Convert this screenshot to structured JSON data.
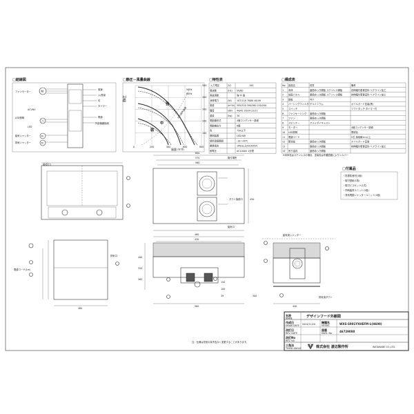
{
  "sections": {
    "wiring": "□結線図",
    "pressure_curve": "□静圧－風量曲線",
    "specs": "□特性表",
    "components": "□構成表",
    "accessories": "□付属品"
  },
  "wiring": {
    "labels": [
      "ファンモーター",
      "LED照明",
      "操作部",
      "給気シャッター",
      "排気シャッター",
      "風速",
      "入/風量",
      "切",
      "タイマー",
      "電源",
      "外部機器接続"
    ],
    "vent_codes": [
      "ACVNV",
      "LED",
      "CPNV",
      "CPNV2"
    ]
  },
  "chart": {
    "ylabel": "静圧",
    "xlabel": "風量 m³/h",
    "x_ticks": [
      "0",
      "200",
      "400",
      "600",
      "800"
    ],
    "y_ticks": [
      "100",
      "200",
      "300",
      "400",
      "500"
    ],
    "legend": [
      "50Hz",
      "60Hz"
    ],
    "curve_labels": [
      "強",
      "中",
      "弱"
    ],
    "annotation": "圧力損失曲線"
  },
  "specs": {
    "headers": [
      "",
      "入力電圧",
      "(V)",
      "100"
    ],
    "rows": [
      [
        "周波数",
        "(Hz)",
        "50/60"
      ],
      [
        "風量調節",
        "",
        "強  中  弱"
      ],
      [
        "消費電力",
        "(W)",
        "107/118  78/80  48/46"
      ],
      [
        "風量",
        "(m³/h)",
        "595/520  390/360  220/200"
      ],
      [
        "騒音",
        "(dB)",
        "44/42  35/34  22/21"
      ],
      [
        "重量",
        "(kg)",
        "30"
      ],
      [
        "電動機形式",
        "",
        "4極コンデンサー誘導"
      ],
      [
        "電動機出力",
        "",
        "6極"
      ],
      [
        "色",
        "",
        "75K以下"
      ],
      [
        "照明装置",
        "",
        "LED/4W"
      ],
      [
        "使用温度範囲",
        "",
        "-10〜40℃"
      ],
      [
        "絶縁抵抗",
        "",
        "1MΩ以上(DC500V)"
      ],
      [
        "耐電圧",
        "",
        "AC1000V 1分間"
      ]
    ]
  },
  "components": {
    "headers": [
      "No",
      "部品名",
      "材質",
      "備考"
    ],
    "rows": [
      [
        "1",
        "本体",
        "亜鉛めっき鋼板 ステンレス鋼板",
        "熱伸縮付着置塗料 ヘアライン加工"
      ],
      [
        "2",
        "前面パネル",
        "亜鉛めっき鋼板 ステンレス鋼板",
        "熱伸縮付着置塗料 ヘアライン加工"
      ],
      [
        "3",
        "銘板",
        "PET",
        ""
      ],
      [
        "4",
        "バーシングフィルター",
        "アルミニウム",
        "オイルガード塗装(黒)"
      ],
      [
        "5",
        "スイッチ",
        "",
        "ソフトタッチ タイマー付"
      ],
      [
        "6",
        "ファンケーシング",
        "亜鉛めっき鋼板",
        ""
      ],
      [
        "7",
        "ファン",
        "亜鉛めっき鋼板",
        ""
      ],
      [
        "8",
        "スピンナー",
        "アルミダイキャスト",
        ""
      ],
      [
        "9",
        "モーター",
        "",
        "4極コンデンサー誘導"
      ],
      [
        "10",
        "LED照明",
        "",
        "電球色"
      ],
      [
        "11",
        "電源コード",
        "",
        "2芯 接地線1m以上"
      ],
      [
        "12",
        "整流板",
        "亜鉛めっき鋼板",
        "オイルガード塗装"
      ],
      [
        "13",
        "",
        "亜鉛めっき鋼板",
        "熱伸縮付着置塗料 ヘアライン加工"
      ],
      [
        "14",
        "吊り金具",
        "亜鉛めっき鋼板",
        ""
      ]
    ],
    "note": "※本体色はステンレスの場合、塗装色は外観図面によりシルバー"
  },
  "accessories": {
    "items": [
      "・防振防音材(1個)",
      "・取付型紙(1枚)",
      "・取付ビスセット(1式)",
      "・同時給排ユニット(1個)",
      "・排気電動シャッターユニット(1個)"
    ]
  },
  "drawings": {
    "front_label": "吸気口",
    "top_dims": [
      "600",
      "570",
      "560"
    ],
    "right_dims": [
      "450",
      "345",
      "35"
    ],
    "mid_dims": [
      "460",
      "430",
      "560"
    ],
    "side_dims": [
      "400",
      "350",
      "265",
      "150",
      "100",
      "39"
    ],
    "bottom_dims": [
      "480",
      "560",
      "440",
      "300"
    ],
    "callouts": [
      "取付場所",
      "ダクト接続口",
      "給気口",
      "排気口",
      "電源コード(1m)",
      "給気用シャッター",
      "排気用ダクト"
    ],
    "bottom_note": "注：仕様は改良の為予告なく変更することがあります。"
  },
  "title_block": {
    "name_label": "名称",
    "name_label_en": "NAME",
    "name_value": "デザインフード外観図",
    "date_label": "作成日",
    "date_label_en": "DRAW DATE",
    "date_value": "2024/11/20",
    "revision_label": "改訂日",
    "revision_label_en": "REV. DATE",
    "rev_no_label": "改訂No",
    "rev_no_label_en": "REV. NO",
    "model_label": "機種名",
    "model_label_en": "MODEL",
    "model_value": "WXS-S901YXHEFM-L(H600)",
    "drawing_label": "図番",
    "drawing_label_en": "DWG. No",
    "drawing_value": "46729000",
    "scale_label": "三角法",
    "scale_label_en": "THIRD ANGLE",
    "company": "株式会社 渡辺製作所",
    "company_en": "WATANABE CO.,LTD."
  }
}
